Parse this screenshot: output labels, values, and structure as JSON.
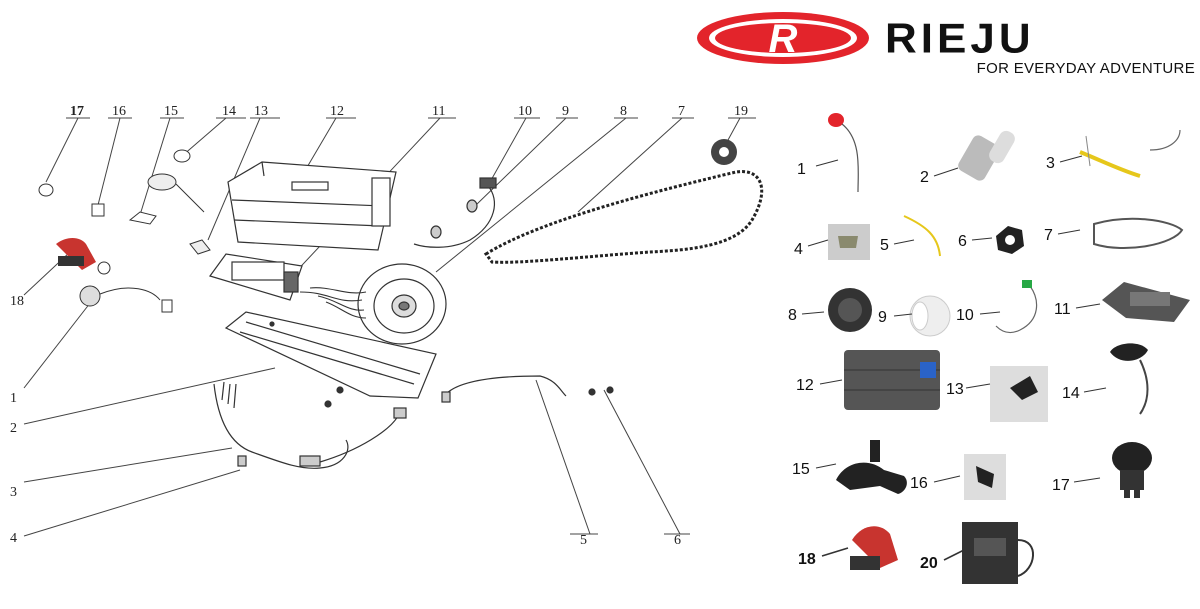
{
  "brand": {
    "logo_letter": "R",
    "name": "RIEJU",
    "tagline": "FOR EVERYDAY ADVENTURE",
    "colors": {
      "red": "#e3242b",
      "black": "#111111"
    }
  },
  "diagram_callouts": [
    "1",
    "2",
    "3",
    "4",
    "5",
    "6",
    "7",
    "8",
    "9",
    "10",
    "11",
    "12",
    "13",
    "14",
    "15",
    "16",
    "17",
    "18",
    "19"
  ],
  "legend_numbers": [
    "1",
    "2",
    "3",
    "4",
    "5",
    "6",
    "7",
    "8",
    "9",
    "10",
    "11",
    "12",
    "13",
    "14",
    "15",
    "16",
    "17",
    "18",
    "20"
  ]
}
